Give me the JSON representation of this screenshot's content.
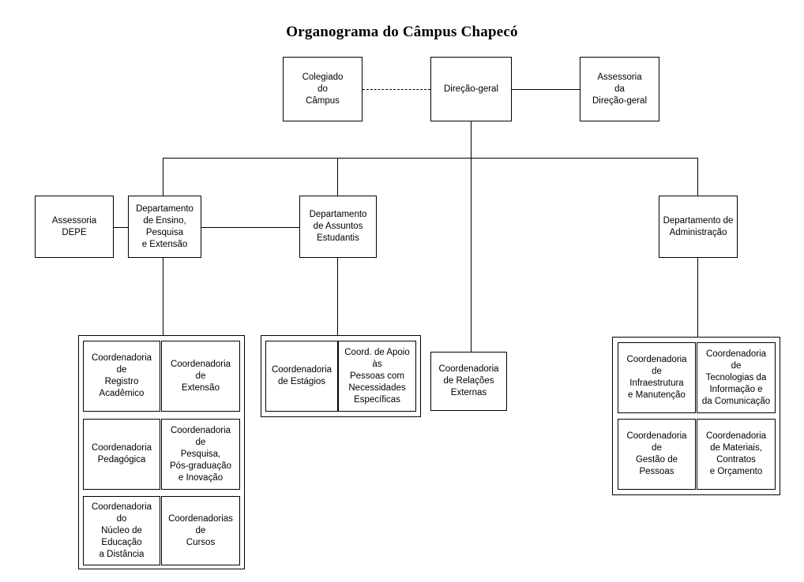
{
  "title": "Organograma do Câmpus Chapecó",
  "colors": {
    "background": "#ffffff",
    "line": "#000000",
    "text": "#000000"
  },
  "nodes": {
    "colegiado": "Colegiado\ndo\nCâmpus",
    "direcao_geral": "Direção-geral",
    "assessoria_direcao": "Assessoria\nda\nDireção-geral",
    "assessoria_depe": "Assessoria\nDEPE",
    "depe": "Departamento\nde Ensino,\nPesquisa\ne Extensão",
    "dae": "Departamento\nde Assuntos\nEstudantis",
    "dadm": "Departamento de\nAdministração",
    "registro_academico": "Coordenadoria de\nRegistro\nAcadêmico",
    "extensao": "Coordenadoria de\nExtensão",
    "pedagogica": "Coordenadoria\nPedagógica",
    "pesquisa": "Coordenadoria de\nPesquisa,\nPós-graduação\ne Inovação",
    "ead": "Coordenadoria do\nNúcleo de\nEducação\na Distância",
    "cursos": "Coordenadorias\nde\nCursos",
    "estagios": "Coordenadoria\nde Estágios",
    "apoio_pessoas": "Coord. de Apoio às\nPessoas com\nNecessidades\nEspecíficas",
    "relacoes_externas": "Coordenadoria\nde Relações\nExternas",
    "infraestrutura": "Coordenadoria de\nInfraestrutura\ne Manutenção",
    "tic": "Coordenadoria de\nTecnologias da\nInformação e\nda Comunicação",
    "gestao_pessoas": "Coordenadoria de\nGestão de\nPessoas",
    "materiais": "Coordenadoria\nde Materiais,\nContratos\ne Orçamento"
  },
  "chart_data": {
    "type": "diagram",
    "diagram_type": "organizational-chart",
    "title": "Organograma do Câmpus Chapecó",
    "levels": [
      {
        "level": 1,
        "items": [
          "Colegiado do Câmpus",
          "Direção-geral",
          "Assessoria da Direção-geral"
        ]
      },
      {
        "level": 2,
        "items": [
          "Assessoria DEPE",
          "Departamento de Ensino, Pesquisa e Extensão",
          "Departamento de Assuntos Estudantis",
          "Departamento de Administração"
        ]
      },
      {
        "level": 3,
        "items": [
          "Coordenadoria de Registro Acadêmico",
          "Coordenadoria de Extensão",
          "Coordenadoria Pedagógica",
          "Coordenadoria de Pesquisa, Pós-graduação e Inovação",
          "Coordenadoria do Núcleo de Educação a Distância",
          "Coordenadorias de Cursos",
          "Coordenadoria de Estágios",
          "Coord. de Apoio às Pessoas com Necessidades Específicas",
          "Coordenadoria de Relações Externas",
          "Coordenadoria de Infraestrutura e Manutenção",
          "Coordenadoria de Tecnologias da Informação e da Comunicação",
          "Coordenadoria de Gestão de Pessoas",
          "Coordenadoria de Materiais, Contratos e Orçamento"
        ]
      }
    ],
    "edges": [
      {
        "from": "Colegiado do Câmpus",
        "to": "Direção-geral",
        "style": "dashed"
      },
      {
        "from": "Direção-geral",
        "to": "Assessoria da Direção-geral",
        "style": "solid"
      },
      {
        "from": "Direção-geral",
        "to": "Departamento de Ensino, Pesquisa e Extensão",
        "style": "solid"
      },
      {
        "from": "Direção-geral",
        "to": "Departamento de Assuntos Estudantis",
        "style": "solid"
      },
      {
        "from": "Direção-geral",
        "to": "Departamento de Administração",
        "style": "solid"
      },
      {
        "from": "Direção-geral",
        "to": "Coordenadoria de Relações Externas",
        "style": "solid"
      },
      {
        "from": "Departamento de Ensino, Pesquisa e Extensão",
        "to": "Assessoria DEPE",
        "style": "solid"
      },
      {
        "from": "Departamento de Ensino, Pesquisa e Extensão",
        "to": "Departamento de Assuntos Estudantis",
        "style": "solid"
      },
      {
        "from": "Departamento de Ensino, Pesquisa e Extensão",
        "to": "Coordenadorias DEPE (grupo)",
        "style": "solid"
      },
      {
        "from": "Departamento de Assuntos Estudantis",
        "to": "Coordenadorias DAE (grupo)",
        "style": "solid"
      },
      {
        "from": "Departamento de Administração",
        "to": "Coordenadorias DADM (grupo)",
        "style": "solid"
      }
    ]
  }
}
